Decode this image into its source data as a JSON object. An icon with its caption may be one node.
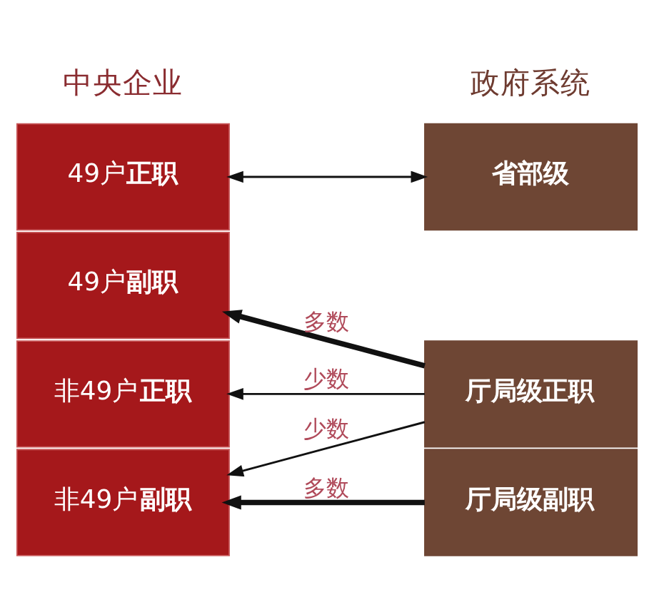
{
  "diagram": {
    "nodes": [
      {
        "text": [
          "49户**正职**"
        ]
      },
      {
        "text": [
          "49户**副职**"
        ]
      },
      {
        "text": [
          "非49户**正职**"
        ]
      },
      {
        "text": [
          "非49户**副职**"
        ]
      },
      {
        "text": [
          "省部级"
        ]
      },
      {
        "text": [
          "厅局级正职"
        ]
      },
      {
        "text": [
          "厅局级副职"
        ]
      }
    ],
    "edges": [
      {
        "from": 0,
        "to": 4,
        "arrow": "both"
      },
      {
        "from": 5,
        "to": 1,
        "arrow": "to",
        "label": "多数",
        "style": "thick"
      },
      {
        "from": 5,
        "to": 2,
        "arrow": "to",
        "label": "少数"
      },
      {
        "from": 5,
        "to": 3,
        "arrow": "to",
        "label": "少数"
      },
      {
        "from": 6,
        "to": 3,
        "arrow": "to",
        "label": "多数",
        "style": "thick"
      }
    ],
    "labels": [
      "中央企业",
      "政府系统"
    ]
  }
}
